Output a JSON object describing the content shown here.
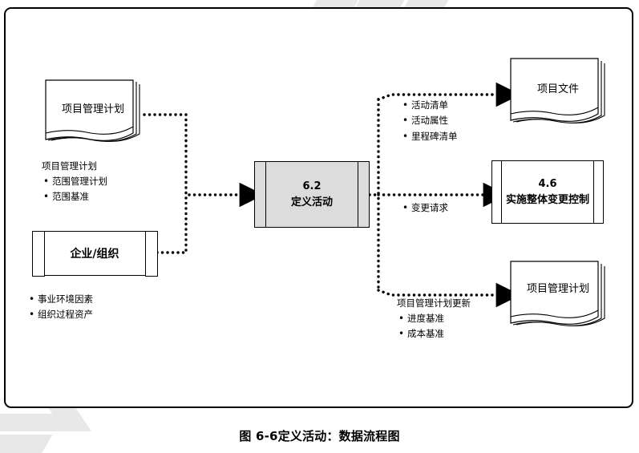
{
  "figure": {
    "caption": "图 6-6定义活动：数据流程图",
    "frame_color": "#000000",
    "process_fill": "#dcdcdc"
  },
  "diagram": {
    "type": "data-flow-diagram",
    "inputs": [
      {
        "id": "project-management-plan-in",
        "shape": "document",
        "label": "项目管理计划",
        "annotation": {
          "head": "项目管理计划",
          "items": [
            "范围管理计划",
            "范围基准"
          ]
        }
      },
      {
        "id": "enterprise-organization",
        "shape": "external-entity",
        "label": "企业/组织",
        "annotation": {
          "head": "",
          "items": [
            "事业环境因素",
            "组织过程资产"
          ]
        }
      }
    ],
    "process": {
      "id": "define-activities",
      "number": "6.2",
      "name": "定义活动"
    },
    "outputs": [
      {
        "id": "project-documents",
        "shape": "document",
        "label": "项目文件",
        "annotation": {
          "head": "",
          "items": [
            "活动清单",
            "活动属性",
            "里程碑清单"
          ]
        }
      },
      {
        "id": "perform-integrated-change-control",
        "shape": "process",
        "number": "4.6",
        "name": "实施整体变更控制",
        "annotation": {
          "head": "",
          "items": [
            "变更请求"
          ]
        }
      },
      {
        "id": "project-management-plan-out",
        "shape": "document",
        "label": "项目管理计划",
        "annotation": {
          "head": "项目管理计划更新",
          "items": [
            "进度基准",
            "成本基准"
          ]
        }
      }
    ]
  }
}
